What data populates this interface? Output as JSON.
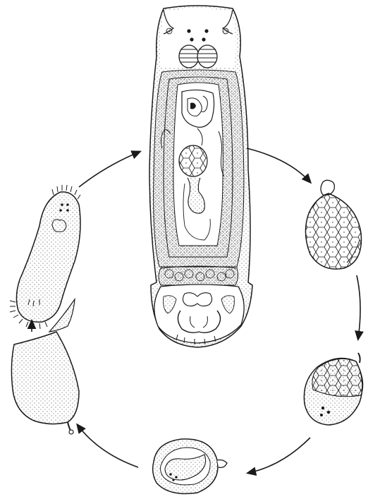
{
  "diagram": {
    "kind": "life-cycle",
    "stages": [
      {
        "id": "adult",
        "name": "adult-monogenean-icon"
      },
      {
        "id": "egg",
        "name": "operculate-egg-icon"
      },
      {
        "id": "developing-egg",
        "name": "developing-egg-icon"
      },
      {
        "id": "embryonated-egg",
        "name": "embryonated-egg-icon"
      },
      {
        "id": "hatching",
        "name": "hatching-egg-icon"
      },
      {
        "id": "oncomiracidium",
        "name": "oncomiracidium-larva-icon"
      }
    ],
    "arrow_direction": "clockwise",
    "colors": {
      "ink": "#1a1a1a",
      "background": "#ffffff"
    }
  }
}
